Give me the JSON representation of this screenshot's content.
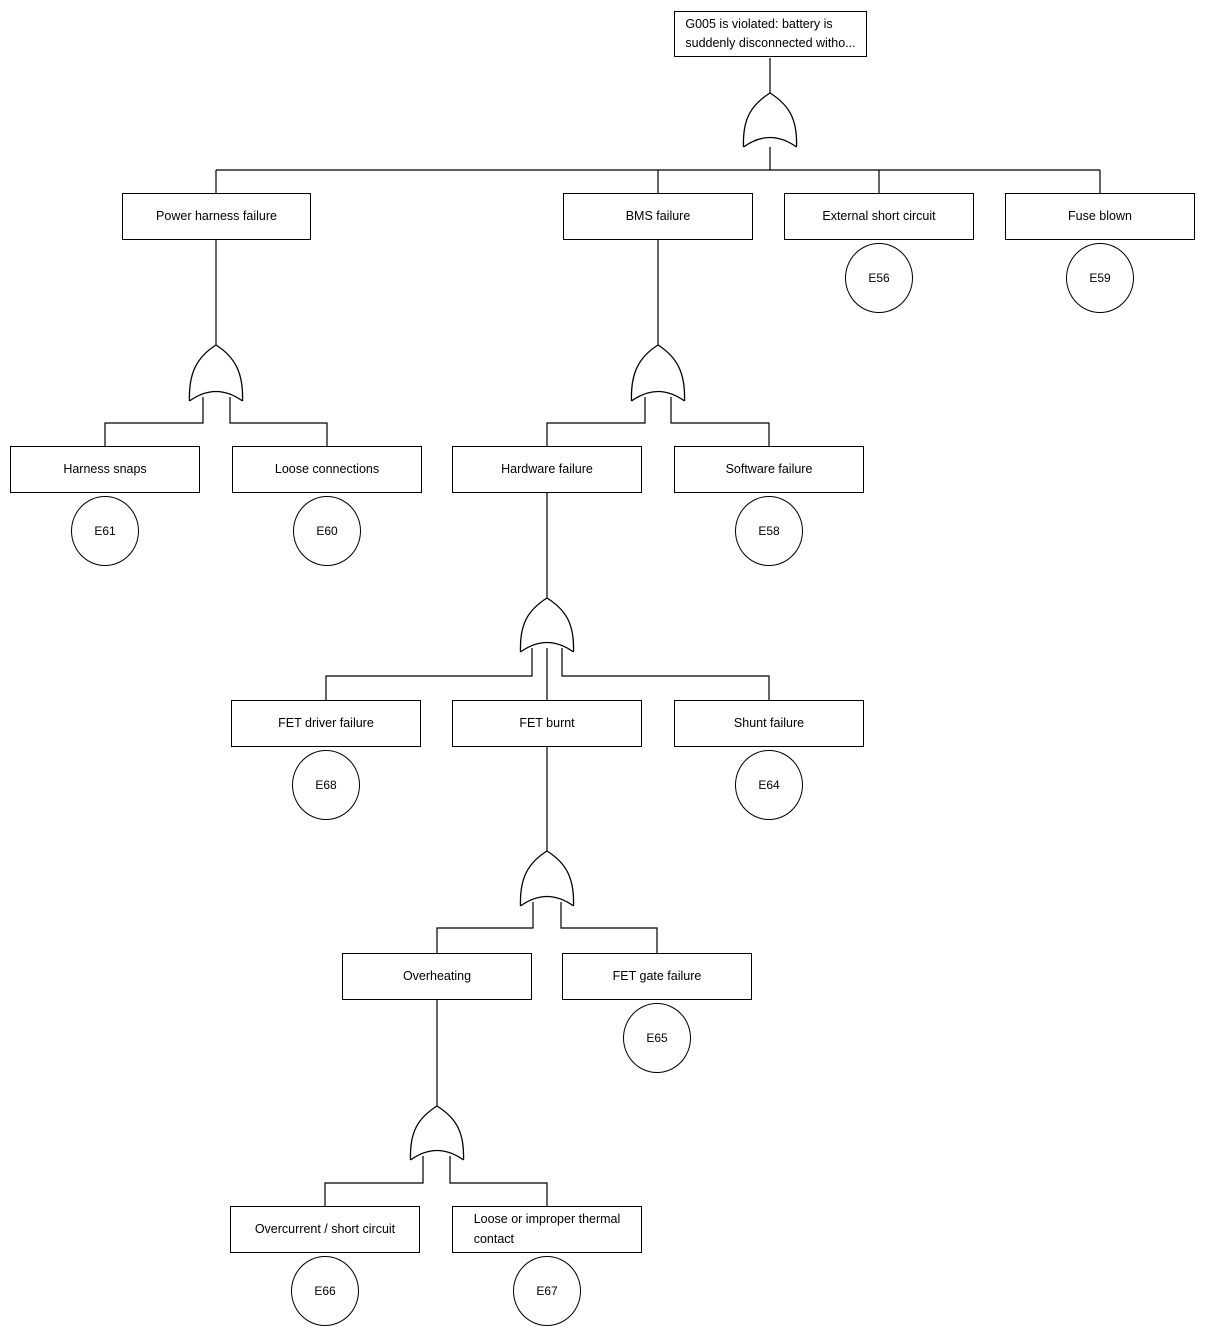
{
  "diagram": {
    "kind": "fault-tree",
    "gate_type": "OR"
  },
  "colors": {
    "stroke": "#000000",
    "background": "#ffffff"
  },
  "nodes": {
    "top": {
      "label": "G005 is violated: battery is\nsuddenly disconnected witho...",
      "type": "top-event"
    },
    "power_harness": {
      "label": "Power harness failure",
      "type": "intermediate"
    },
    "bms": {
      "label": "BMS failure",
      "type": "intermediate"
    },
    "external_short": {
      "label": "External short circuit",
      "type": "basic"
    },
    "fuse_blown": {
      "label": "Fuse blown",
      "type": "basic"
    },
    "harness_snaps": {
      "label": "Harness snaps",
      "type": "basic"
    },
    "loose_connections": {
      "label": "Loose connections",
      "type": "basic"
    },
    "hardware": {
      "label": "Hardware failure",
      "type": "intermediate"
    },
    "software": {
      "label": "Software failure",
      "type": "basic"
    },
    "fet_driver": {
      "label": "FET driver failure",
      "type": "basic"
    },
    "fet_burnt": {
      "label": "FET burnt",
      "type": "intermediate"
    },
    "shunt": {
      "label": "Shunt failure",
      "type": "basic"
    },
    "overheating": {
      "label": "Overheating",
      "type": "intermediate"
    },
    "fet_gate": {
      "label": "FET gate failure",
      "type": "basic"
    },
    "overcurrent": {
      "label": "Overcurrent / short circuit",
      "type": "basic"
    },
    "loose_thermal": {
      "label": "Loose or improper thermal\ncontact",
      "type": "basic"
    }
  },
  "events": {
    "e56": {
      "label": "E56",
      "parent": "external_short"
    },
    "e59": {
      "label": "E59",
      "parent": "fuse_blown"
    },
    "e61": {
      "label": "E61",
      "parent": "harness_snaps"
    },
    "e60": {
      "label": "E60",
      "parent": "loose_connections"
    },
    "e58": {
      "label": "E58",
      "parent": "software"
    },
    "e68": {
      "label": "E68",
      "parent": "fet_driver"
    },
    "e64": {
      "label": "E64",
      "parent": "shunt"
    },
    "e65": {
      "label": "E65",
      "parent": "fet_gate"
    },
    "e66": {
      "label": "E66",
      "parent": "overcurrent"
    },
    "e67": {
      "label": "E67",
      "parent": "loose_thermal"
    }
  },
  "gates": [
    {
      "id": "g1",
      "type": "OR",
      "parent": "top",
      "children": [
        "power_harness",
        "bms",
        "external_short",
        "fuse_blown"
      ]
    },
    {
      "id": "g2",
      "type": "OR",
      "parent": "power_harness",
      "children": [
        "harness_snaps",
        "loose_connections"
      ]
    },
    {
      "id": "g3",
      "type": "OR",
      "parent": "bms",
      "children": [
        "hardware",
        "software"
      ]
    },
    {
      "id": "g4",
      "type": "OR",
      "parent": "hardware",
      "children": [
        "fet_driver",
        "fet_burnt",
        "shunt"
      ]
    },
    {
      "id": "g5",
      "type": "OR",
      "parent": "fet_burnt",
      "children": [
        "overheating",
        "fet_gate"
      ]
    },
    {
      "id": "g6",
      "type": "OR",
      "parent": "overheating",
      "children": [
        "overcurrent",
        "loose_thermal"
      ]
    }
  ]
}
